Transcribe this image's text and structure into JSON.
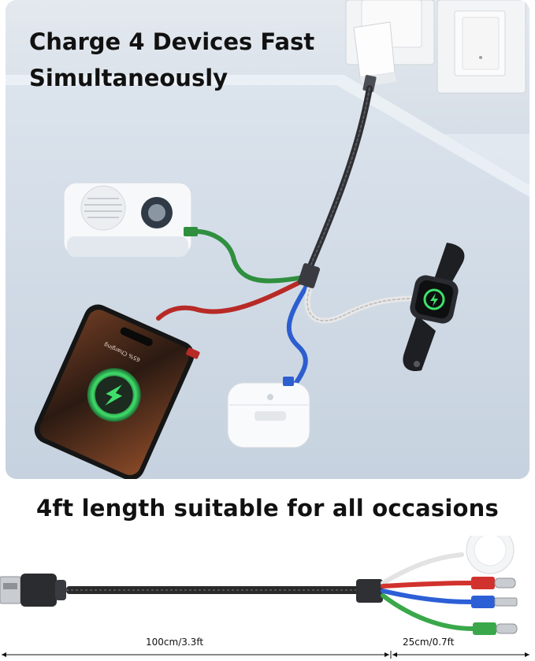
{
  "headline": {
    "line1": "Charge 4 Devices Fast",
    "line2": "Simultaneously"
  },
  "phone_screen_text": "65% Charging",
  "subhead": "4ft length suitable for all occasions",
  "dimensions": {
    "main_cable": "100cm/3.3ft",
    "split_cables": "25cm/0.7ft"
  },
  "icons": [
    "wall-outlet-icon",
    "light-switch-icon",
    "charger-icon",
    "speaker-icon",
    "phone-icon",
    "charging-bolt-icon",
    "earbuds-case-icon",
    "smartwatch-icon",
    "usb-a-connector-icon",
    "watch-charger-puck-icon",
    "usb-c-connector-icon",
    "lightning-connector-icon"
  ],
  "colors": {
    "cable_black": "#2a2a2a",
    "cable_red": "#d2322d",
    "cable_blue": "#2c5fd6",
    "cable_green": "#3aa84a",
    "cable_white": "#e6e6e6",
    "charge_green": "#3fe06a"
  }
}
